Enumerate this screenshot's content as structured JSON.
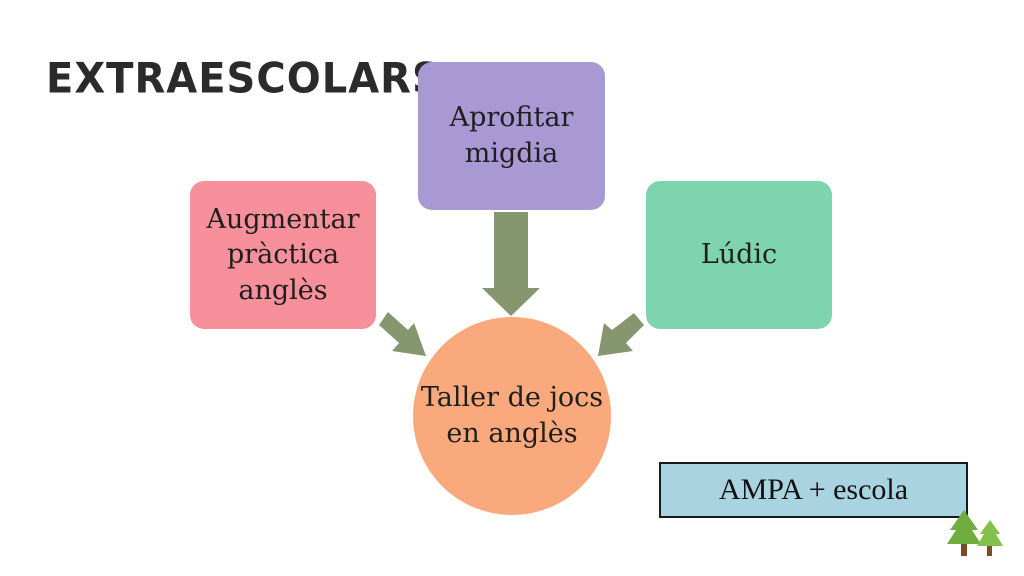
{
  "slide": {
    "title": "EXTRAESCOLARS",
    "nodes": {
      "left": "Augmentar pràctica anglès",
      "top": "Aprofitar migdia",
      "right": "Lúdic",
      "center": "Taller de jocs en anglès"
    },
    "footer_label": "AMPA + escola"
  },
  "colors": {
    "left_box": "#f7909a",
    "top_box": "#a898d4",
    "right_box": "#7fd4b0",
    "center_circle": "#f9a97c",
    "arrows": "#7f9168",
    "label_box": "#a9d3e0"
  },
  "icons": {
    "decoration": "trees-icon"
  }
}
